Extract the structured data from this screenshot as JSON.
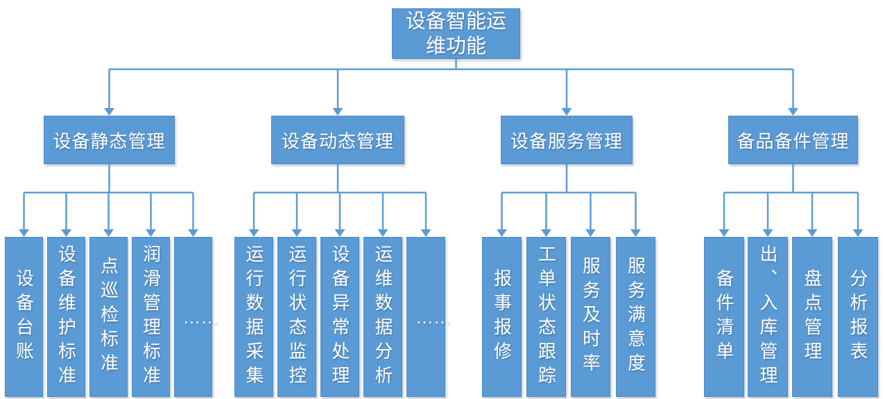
{
  "colors": {
    "node_fill": "#5b9bd5",
    "node_border": "#4e86c0",
    "node_text": "#ffffff",
    "connector": "#5b9bd5"
  },
  "tree": {
    "root": "设备智能运维功能",
    "branches": [
      {
        "label": "设备静态管理",
        "children": [
          "设备台账",
          "设备维护标准",
          "点巡检标准",
          "润滑管理标准",
          "……"
        ]
      },
      {
        "label": "设备动态管理",
        "children": [
          "运行数据采集",
          "运行状态监控",
          "设备异常处理",
          "运维数据分析",
          "……"
        ]
      },
      {
        "label": "设备服务管理",
        "children": [
          "报事报修",
          "工单状态跟踪",
          "服务及时率",
          "服务满意度"
        ]
      },
      {
        "label": "备品备件管理",
        "children": [
          "备件清单",
          "出、入库管理",
          "盘点管理",
          "分析报表"
        ]
      }
    ]
  }
}
